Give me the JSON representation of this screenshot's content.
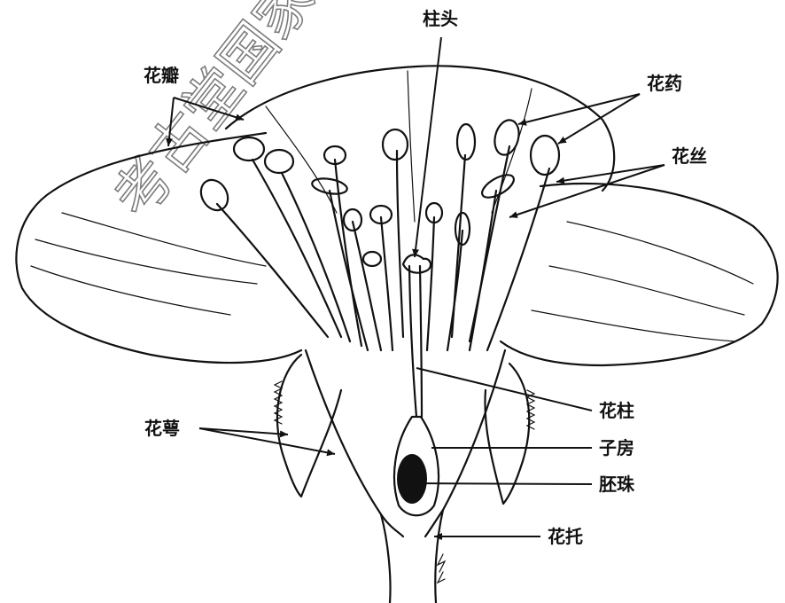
{
  "labels": {
    "petal": "花瓣",
    "stigma": "柱头",
    "anther": "花药",
    "filament": "花丝",
    "style": "花柱",
    "sepal": "花萼",
    "ovary": "子房",
    "ovule": "胚珠",
    "receptacle": "花托"
  },
  "watermark": "考古堂国家",
  "colors": {
    "ink": "#111111",
    "background": "#ffffff",
    "watermark": "#666666"
  }
}
